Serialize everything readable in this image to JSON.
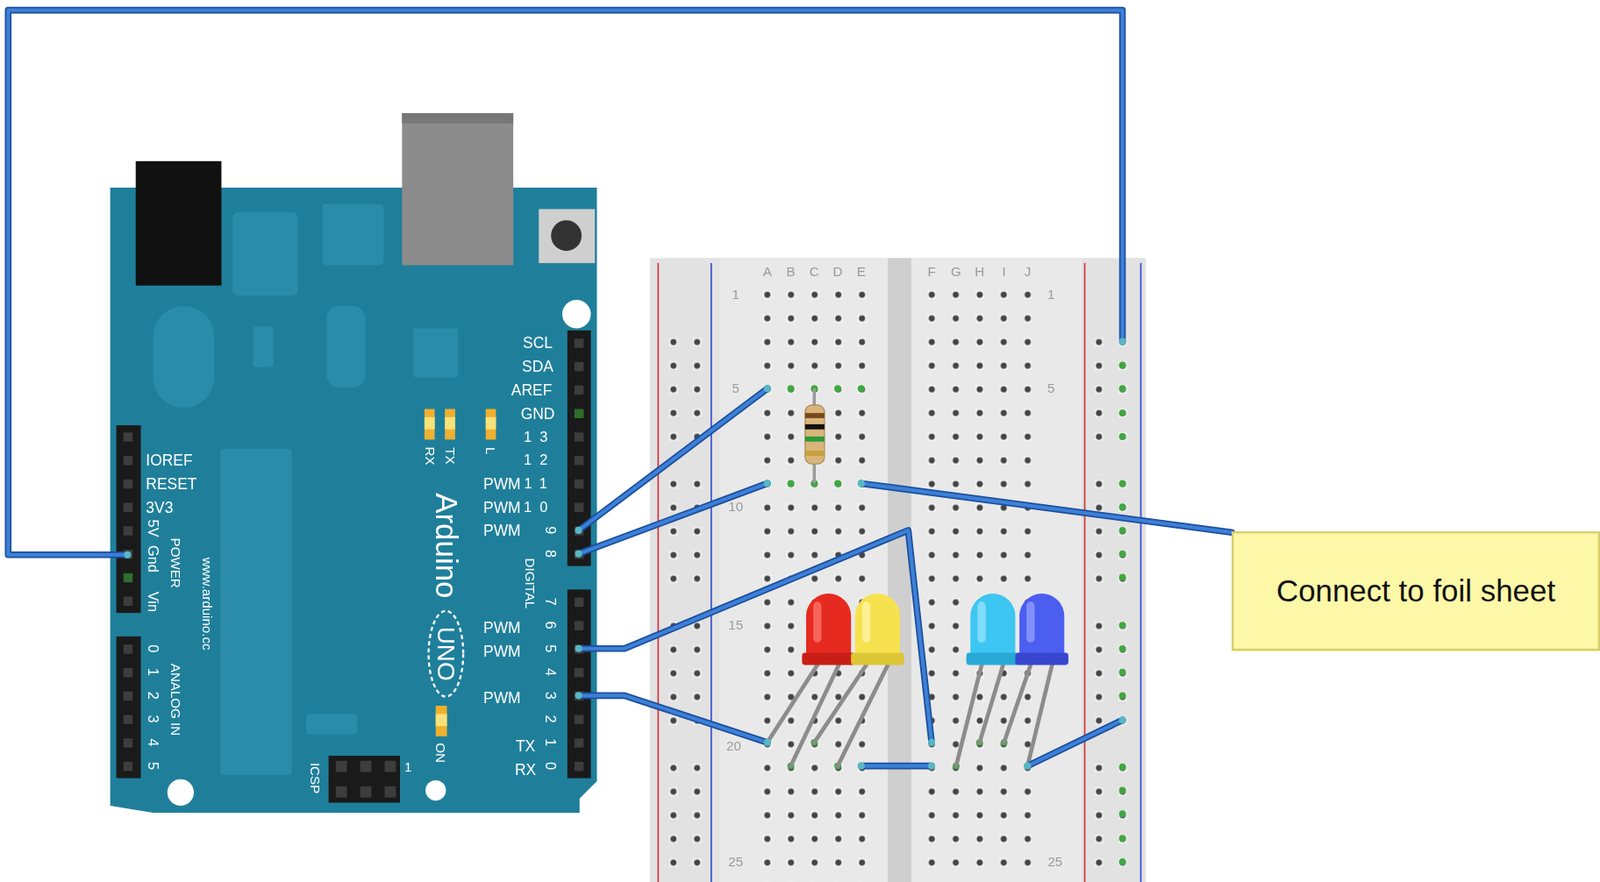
{
  "diagram": {
    "nodes": [
      {
        "text": [
          "Connect to foil sheet"
        ]
      }
    ],
    "labels": [
      "SCL",
      "SDA",
      "AREF",
      "GND",
      "13",
      "12",
      "11",
      "10",
      "9",
      "8",
      "PWM",
      "PWM",
      "PWM",
      "DIGITAL",
      "7",
      "6",
      "5",
      "4",
      "3",
      "2",
      "1",
      "0",
      "PWM",
      "PWM",
      "PWM",
      "TX",
      "RX",
      "RX",
      "TX",
      "L",
      "Arduino",
      "UNO",
      "ON",
      "ICSP",
      "1",
      "IOREF",
      "RESET",
      "3V3",
      "5V",
      "Gnd",
      "Vin",
      "POWER",
      "www.arduino.cc",
      "0",
      "1",
      "2",
      "3",
      "4",
      "5",
      "ANALOG IN",
      "A",
      "B",
      "C",
      "D",
      "E",
      "F",
      "G",
      "H",
      "I",
      "J",
      "1",
      "5",
      "10",
      "15",
      "20",
      "25",
      "1",
      "5",
      "25"
    ]
  }
}
